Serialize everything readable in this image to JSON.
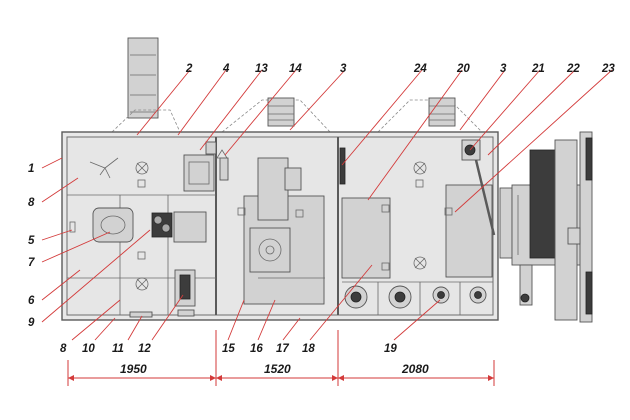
{
  "callouts": [
    "1",
    "2",
    "3",
    "4",
    "5",
    "6",
    "7",
    "8",
    "9",
    "10",
    "11",
    "12",
    "13",
    "14",
    "15",
    "16",
    "17",
    "18",
    "19",
    "20",
    "21",
    "22",
    "23",
    "24"
  ],
  "dimensions": {
    "left": "1950",
    "middle": "1520",
    "right": "2080"
  },
  "colors": {
    "leader": "#d33a3a",
    "fill": "#e6e6e6",
    "outline": "#5a5a5a"
  }
}
